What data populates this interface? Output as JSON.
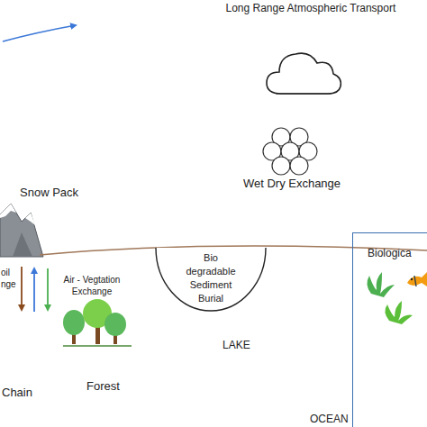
{
  "diagram": {
    "nodes": [
      {
        "text": [
          "Bio degradable Sediment Burial"
        ]
      },
      {
        "text": [
          "Biologica"
        ]
      }
    ],
    "labels": [
      "Long Range Atmospheric Transport",
      "Wet Dry Exchange",
      "Snow Pack",
      "oil nge",
      "Air - Vegtation Exchange",
      "Chain",
      "Forest",
      "LAKE",
      "OCEAN"
    ]
  }
}
